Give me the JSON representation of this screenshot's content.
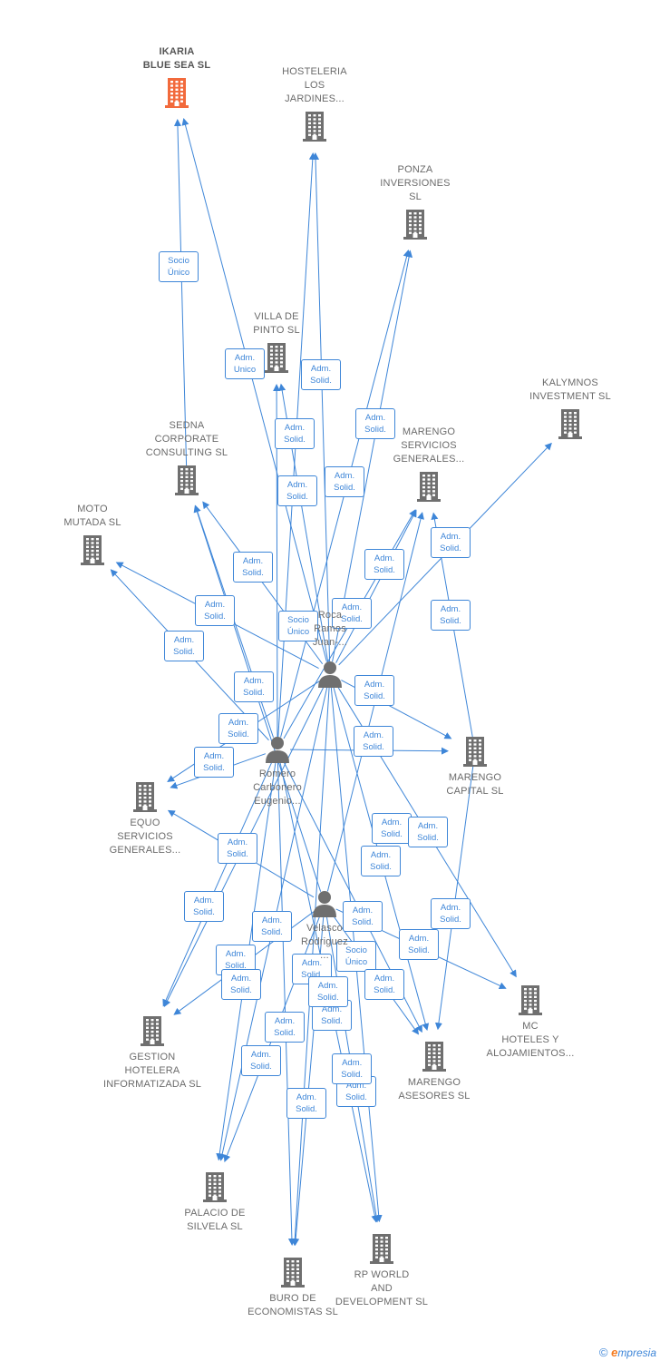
{
  "colors": {
    "edge": "#3e86d8",
    "company": "#6f6f6f",
    "highlight": "#f26a3c",
    "person": "#6f6f6f"
  },
  "companies": [
    {
      "id": "ikaria",
      "lines": [
        "IKARIA",
        "BLUE SEA  SL"
      ],
      "highlight": true
    },
    {
      "id": "hosteleria",
      "lines": [
        "HOSTELERIA",
        "LOS",
        "JARDINES..."
      ]
    },
    {
      "id": "ponza",
      "lines": [
        "PONZA",
        "INVERSIONES",
        "SL"
      ]
    },
    {
      "id": "villa",
      "lines": [
        "VILLA DE",
        "PINTO  SL"
      ]
    },
    {
      "id": "kalymnos",
      "lines": [
        "KALYMNOS",
        "INVESTMENT SL"
      ]
    },
    {
      "id": "sedna",
      "lines": [
        "SEDNA",
        "CORPORATE",
        "CONSULTING SL"
      ]
    },
    {
      "id": "marengo_serv",
      "lines": [
        "MARENGO",
        "SERVICIOS",
        "GENERALES..."
      ]
    },
    {
      "id": "moto",
      "lines": [
        "MOTO",
        "MUTADA  SL"
      ]
    },
    {
      "id": "marengo_cap",
      "lines": [
        "MARENGO",
        "CAPITAL  SL"
      ]
    },
    {
      "id": "equo",
      "lines": [
        "EQUO",
        "SERVICIOS",
        "GENERALES..."
      ]
    },
    {
      "id": "mc",
      "lines": [
        "MC",
        "HOTELES Y",
        "ALOJAMIENTOS..."
      ]
    },
    {
      "id": "gestion",
      "lines": [
        "GESTION",
        "HOTELERA",
        "INFORMATIZADA SL"
      ]
    },
    {
      "id": "marengo_ase",
      "lines": [
        "MARENGO",
        "ASESORES  SL"
      ]
    },
    {
      "id": "palacio",
      "lines": [
        "PALACIO DE",
        "SILVELA  SL"
      ]
    },
    {
      "id": "buro",
      "lines": [
        "BURO DE",
        "ECONOMISTAS SL"
      ]
    },
    {
      "id": "rp",
      "lines": [
        "RP WORLD",
        "AND",
        "DEVELOPMENT SL"
      ]
    }
  ],
  "persons": [
    {
      "id": "p1",
      "lines": [
        "Roca",
        "Ramos",
        "Juan-..."
      ]
    },
    {
      "id": "p2",
      "lines": [
        "Romero",
        "Carbonero",
        "Eugenio..."
      ]
    },
    {
      "id": "p3",
      "lines": [
        "Velasco",
        "Rodriguez",
        "..."
      ]
    }
  ],
  "edges": [
    {
      "from": "sedna",
      "to": "ikaria",
      "label": [
        "Socio",
        "Único"
      ]
    },
    {
      "from": "p1",
      "to": "ikaria",
      "label": [
        "Adm.",
        "Unico"
      ]
    },
    {
      "from": "p1",
      "to": "hosteleria",
      "label": [
        "Adm.",
        "Solid."
      ]
    },
    {
      "from": "p2",
      "to": "hosteleria",
      "label": [
        "Adm.",
        "Solid."
      ]
    },
    {
      "from": "p1",
      "to": "ponza",
      "label": [
        "Adm.",
        "Solid."
      ]
    },
    {
      "from": "p2",
      "to": "ponza",
      "label": [
        "Adm.",
        "Solid."
      ]
    },
    {
      "from": "p1",
      "to": "villa",
      "label": [
        "Adm.",
        "Solid."
      ]
    },
    {
      "from": "p2",
      "to": "villa",
      "label": [
        "Adm.",
        "Solid."
      ]
    },
    {
      "from": "p1",
      "to": "kalymnos",
      "label": [
        "Adm.",
        "Solid."
      ]
    },
    {
      "from": "p1",
      "to": "marengo_serv",
      "label": [
        "Adm.",
        "Solid."
      ]
    },
    {
      "from": "p2",
      "to": "marengo_serv",
      "label": [
        "Adm.",
        "Solid."
      ]
    },
    {
      "from": "p3",
      "to": "marengo_serv",
      "label": [
        "Adm.",
        "Solid."
      ]
    },
    {
      "from": "marengo_cap",
      "to": "marengo_serv",
      "label": [
        "Socio",
        "Único"
      ]
    },
    {
      "from": "p1",
      "to": "sedna",
      "label": [
        "Adm.",
        "Solid."
      ]
    },
    {
      "from": "p2",
      "to": "sedna",
      "label": [
        "Adm.",
        "Solid."
      ]
    },
    {
      "from": "p3",
      "to": "sedna",
      "label": [
        "Adm.",
        "Solid."
      ]
    },
    {
      "from": "p1",
      "to": "moto",
      "label": [
        "Adm.",
        "Solid."
      ]
    },
    {
      "from": "p2",
      "to": "moto",
      "label": [
        "Adm.",
        "Solid."
      ]
    },
    {
      "from": "p1",
      "to": "marengo_cap",
      "label": [
        "Adm.",
        "Solid."
      ]
    },
    {
      "from": "p2",
      "to": "marengo_cap",
      "label": [
        "Adm.",
        "Solid."
      ]
    },
    {
      "from": "p1",
      "to": "equo",
      "label": [
        "Adm.",
        "Solid."
      ]
    },
    {
      "from": "p2",
      "to": "equo",
      "label": [
        "Adm.",
        "Solid."
      ]
    },
    {
      "from": "p3",
      "to": "equo",
      "label": [
        "Adm.",
        "Solid."
      ]
    },
    {
      "from": "p1",
      "to": "mc",
      "label": [
        "Adm.",
        "Solid."
      ]
    },
    {
      "from": "p3",
      "to": "mc",
      "label": [
        "Adm.",
        "Solid."
      ]
    },
    {
      "from": "p1",
      "to": "gestion",
      "label": [
        "Adm.",
        "Solid."
      ]
    },
    {
      "from": "p2",
      "to": "gestion",
      "label": [
        "Adm.",
        "Solid."
      ]
    },
    {
      "from": "p3",
      "to": "gestion",
      "label": [
        "Adm.",
        "Solid."
      ]
    },
    {
      "from": "p1",
      "to": "marengo_ase",
      "label": [
        "Adm.",
        "Solid."
      ]
    },
    {
      "from": "p2",
      "to": "marengo_ase",
      "label": [
        "Adm.",
        "Solid."
      ]
    },
    {
      "from": "p3",
      "to": "marengo_ase",
      "label": [
        "Adm.",
        "Solid."
      ]
    },
    {
      "from": "marengo_cap",
      "to": "marengo_ase",
      "label": [
        "Socio",
        "Único"
      ]
    },
    {
      "from": "p1",
      "to": "palacio",
      "label": [
        "Adm.",
        "Solid."
      ]
    },
    {
      "from": "p2",
      "to": "palacio",
      "label": [
        "Adm.",
        "Solid."
      ]
    },
    {
      "from": "p3",
      "to": "palacio",
      "label": [
        "Adm.",
        "Solid."
      ]
    },
    {
      "from": "p1",
      "to": "buro",
      "label": [
        "Adm.",
        "Solid."
      ]
    },
    {
      "from": "p2",
      "to": "buro",
      "label": [
        "Adm.",
        "Solid."
      ]
    },
    {
      "from": "p3",
      "to": "buro",
      "label": [
        "Adm.",
        "Solid."
      ]
    },
    {
      "from": "p1",
      "to": "rp",
      "label": [
        "Adm.",
        "Solid."
      ]
    },
    {
      "from": "p2",
      "to": "rp",
      "label": [
        "Adm.",
        "Solid."
      ]
    },
    {
      "from": "p3",
      "to": "rp",
      "label": [
        "Adm.",
        "Solid."
      ]
    }
  ],
  "footer": {
    "copyright": "©",
    "brand_e": "e",
    "brand_rest": "mpresia"
  }
}
